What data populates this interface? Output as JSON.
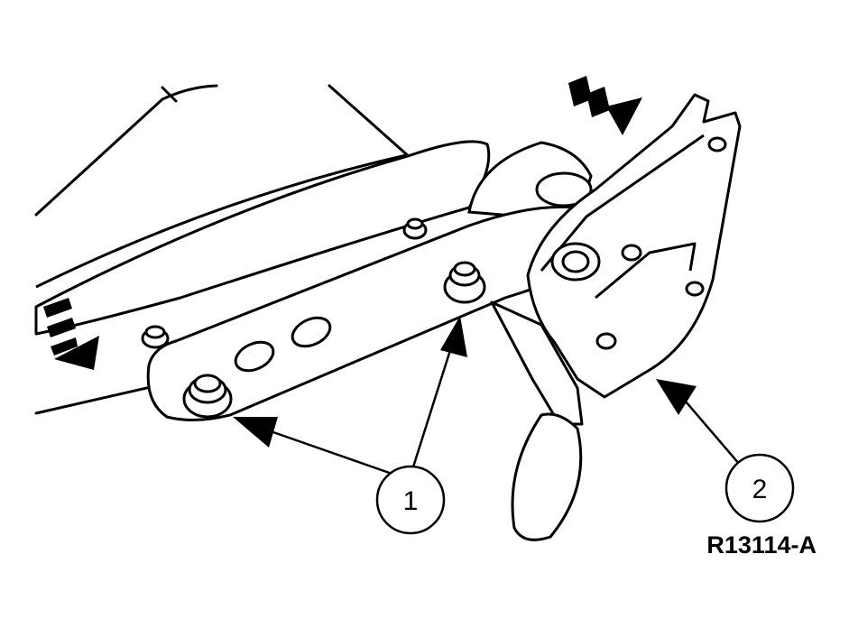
{
  "figure_id": "R13114-A",
  "callouts": [
    {
      "number": "1",
      "label": "1"
    },
    {
      "number": "2",
      "label": "2"
    }
  ],
  "colors": {
    "line": "#000000",
    "background": "#ffffff"
  }
}
